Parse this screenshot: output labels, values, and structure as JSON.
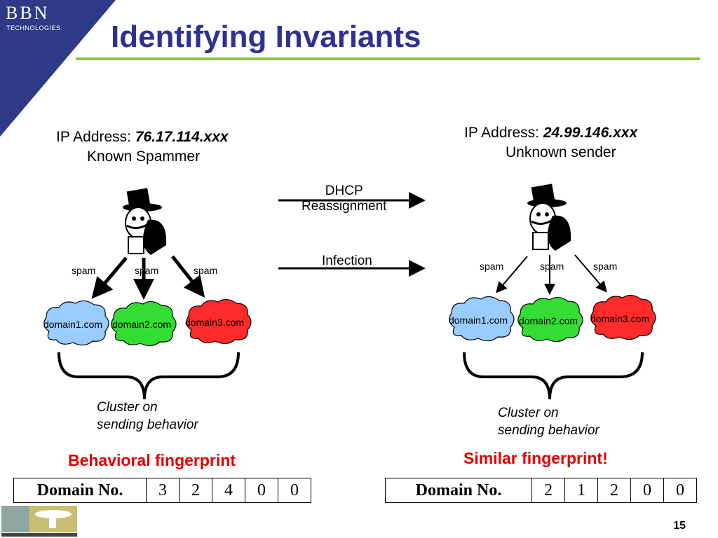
{
  "logo": {
    "wordmark": "BBN",
    "subtitle": "TECHNOLOGIES"
  },
  "title": "Identifying Invariants",
  "left": {
    "ip_prefix": "IP Address: ",
    "ip_value": "76.17.114.xxx",
    "status": "Known Spammer",
    "spam_labels": [
      "spam",
      "spam",
      "spam"
    ],
    "domains": [
      "domain1.com",
      "domain2.com",
      "domain3.com"
    ],
    "cluster_line1": "Cluster on",
    "cluster_line2": "sending behavior",
    "fingerprint_title": "Behavioral fingerprint",
    "table_header": "Domain No.",
    "table_values": [
      "3",
      "2",
      "4",
      "0",
      "0"
    ]
  },
  "right": {
    "ip_prefix": "IP Address: ",
    "ip_value": "24.99.146.xxx",
    "status": "Unknown sender",
    "spam_labels": [
      "spam",
      "spam",
      "spam"
    ],
    "domains": [
      "domain1.com",
      "domain2.com",
      "domain3.com"
    ],
    "cluster_line1": "Cluster on",
    "cluster_line2": "sending behavior",
    "fingerprint_title": "Similar fingerprint!",
    "table_header": "Domain No.",
    "table_values": [
      "2",
      "1",
      "2",
      "0",
      "0"
    ]
  },
  "middle": {
    "dhcp_line1": "DHCP",
    "dhcp_line2": "Reassignment",
    "infection": "Infection"
  },
  "colors": {
    "title": "#2e3192",
    "accent_line": "#8cc63f",
    "logo_bg": "#2e3a87",
    "domain1": "#99ccff",
    "domain2": "#33dd33",
    "domain3": "#ff2a2a",
    "fingerprint": "#e00000"
  },
  "icons": [
    "spammer-character-icon",
    "cloud-icon",
    "curly-brace-icon"
  ],
  "page_number": "15"
}
